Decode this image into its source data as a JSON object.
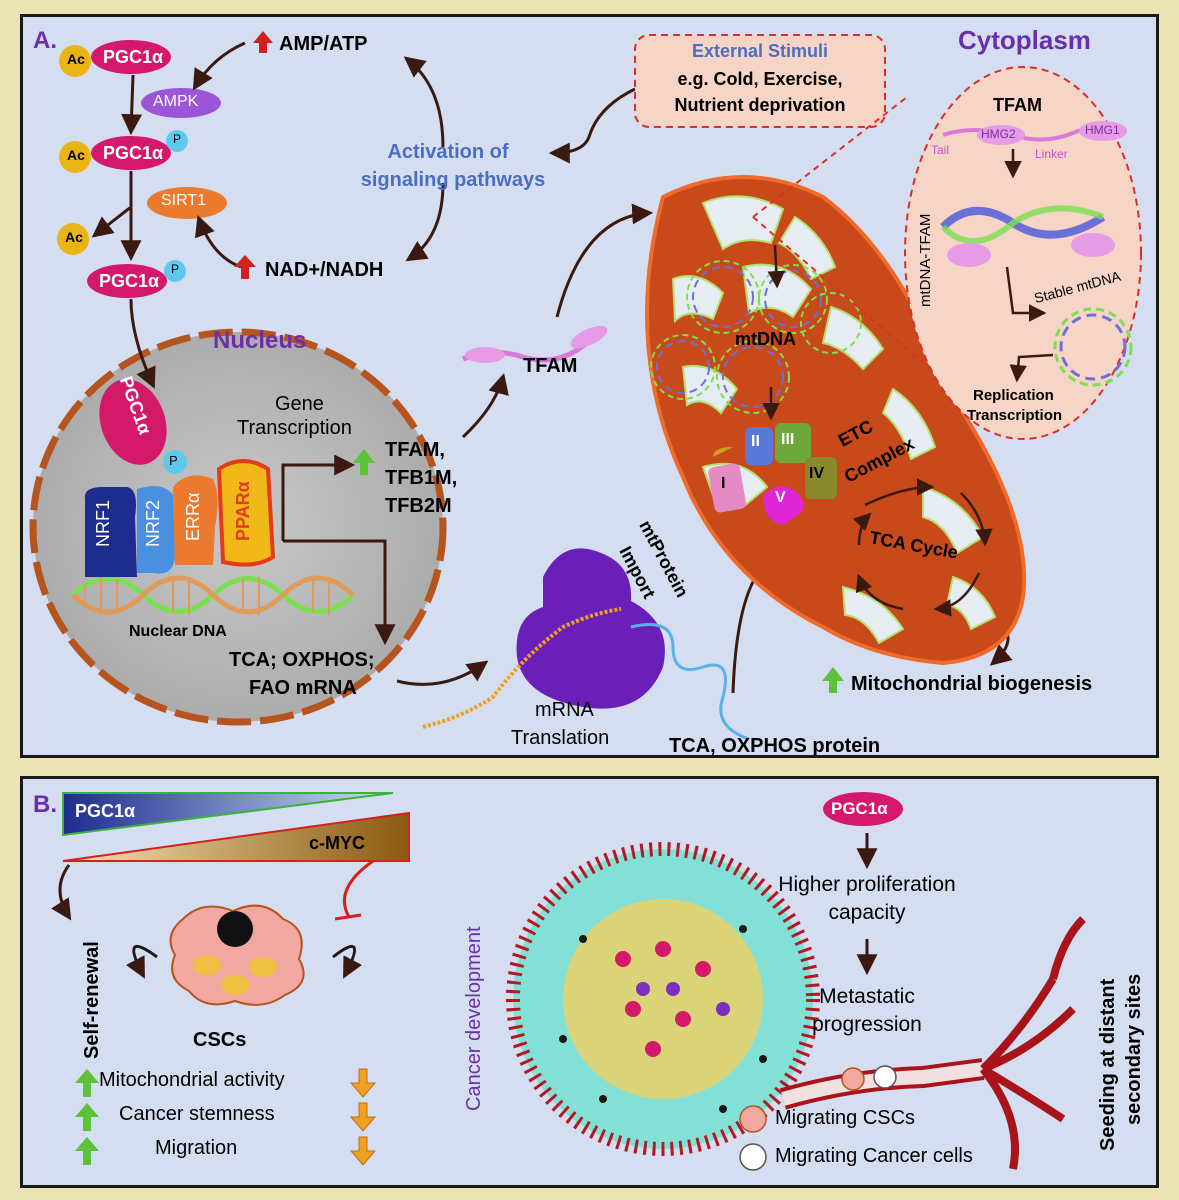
{
  "panel_a": {
    "label": "A.",
    "cytoplasm": "Cytoplasm",
    "nucleus": "Nucleus",
    "amp_atp": "AMP/ATP",
    "nad_nadh": "NAD+/NADH",
    "ac": "Ac",
    "p": "P",
    "pgc1a": "PGC1α",
    "ampk": "AMPK",
    "sirt1": "SIRT1",
    "activation_line1": "Activation of",
    "activation_line2": "signaling pathways",
    "ext_title": "External Stimuli",
    "ext_line1": "e.g. Cold, Exercise,",
    "ext_line2": "Nutrient deprivation",
    "gene_line1": "Gene",
    "gene_line2": "Transcription",
    "targets_line1": "TFAM,",
    "targets_line2": "TFB1M,",
    "targets_line3": "TFB2M",
    "tfs": [
      "NRF1",
      "NRF2",
      "ERRα",
      "PPARα"
    ],
    "nuclear_dna": "Nuclear DNA",
    "mrna_line1": "TCA; OXPHOS;",
    "mrna_line2": "FAO mRNA",
    "tfam": "TFAM",
    "mtdna": "mtDNA",
    "etc_line1": "ETC",
    "etc_line2": "Complex",
    "complexes": [
      "I",
      "II",
      "III",
      "IV",
      "V"
    ],
    "tca_cycle": "TCA Cycle",
    "mtprotein_line1": "mtProtein",
    "mtprotein_line2": "Import",
    "translation_line1": "mRNA",
    "translation_line2": "Translation",
    "tca_oxphos_protein": "TCA, OXPHOS  protein",
    "mito_biogenesis": "Mitochondrial biogenesis",
    "inset_title": "TFAM",
    "inset_tail": "Tail",
    "inset_hmg2": "HMG2",
    "inset_linker": "Linker",
    "inset_hmg1": "HMG1",
    "inset_mtdna_tfam": "mtDNA-TFAM",
    "inset_stable": "Stable mtDNA",
    "inset_rep": "Replication",
    "inset_trans": "Transcription"
  },
  "panel_b": {
    "label": "B.",
    "pgc1a": "PGC1α",
    "cmyc": "c-MYC",
    "self_renewal": "Self-renewal",
    "cscs": "CSCs",
    "mito_activity": "Mitochondrial activity",
    "stemness": "Cancer stemness",
    "migration": "Migration",
    "cancer_dev": "Cancer development",
    "higher_line1": "Higher proliferation",
    "higher_line2": "capacity",
    "meta_line1": "Metastatic",
    "meta_line2": "progression",
    "seeding_line1": "Seeding at distant",
    "seeding_line2": "secondary sites",
    "migrating_cscs": "Migrating CSCs",
    "migrating_cancer": "Migrating Cancer cells"
  },
  "colors": {
    "pgc1a": "#d4186a",
    "ac": "#e8b416",
    "p_badge": "#5fc8ef",
    "ampk": "#9b55d6",
    "sirt1": "#ec7a2e",
    "mito_outer": "#c8491a",
    "up_arrow_green": "#5cc23a",
    "up_arrow_red": "#d42020",
    "down_arrow_orange": "#f0a020",
    "vessel": "#a8141a"
  }
}
